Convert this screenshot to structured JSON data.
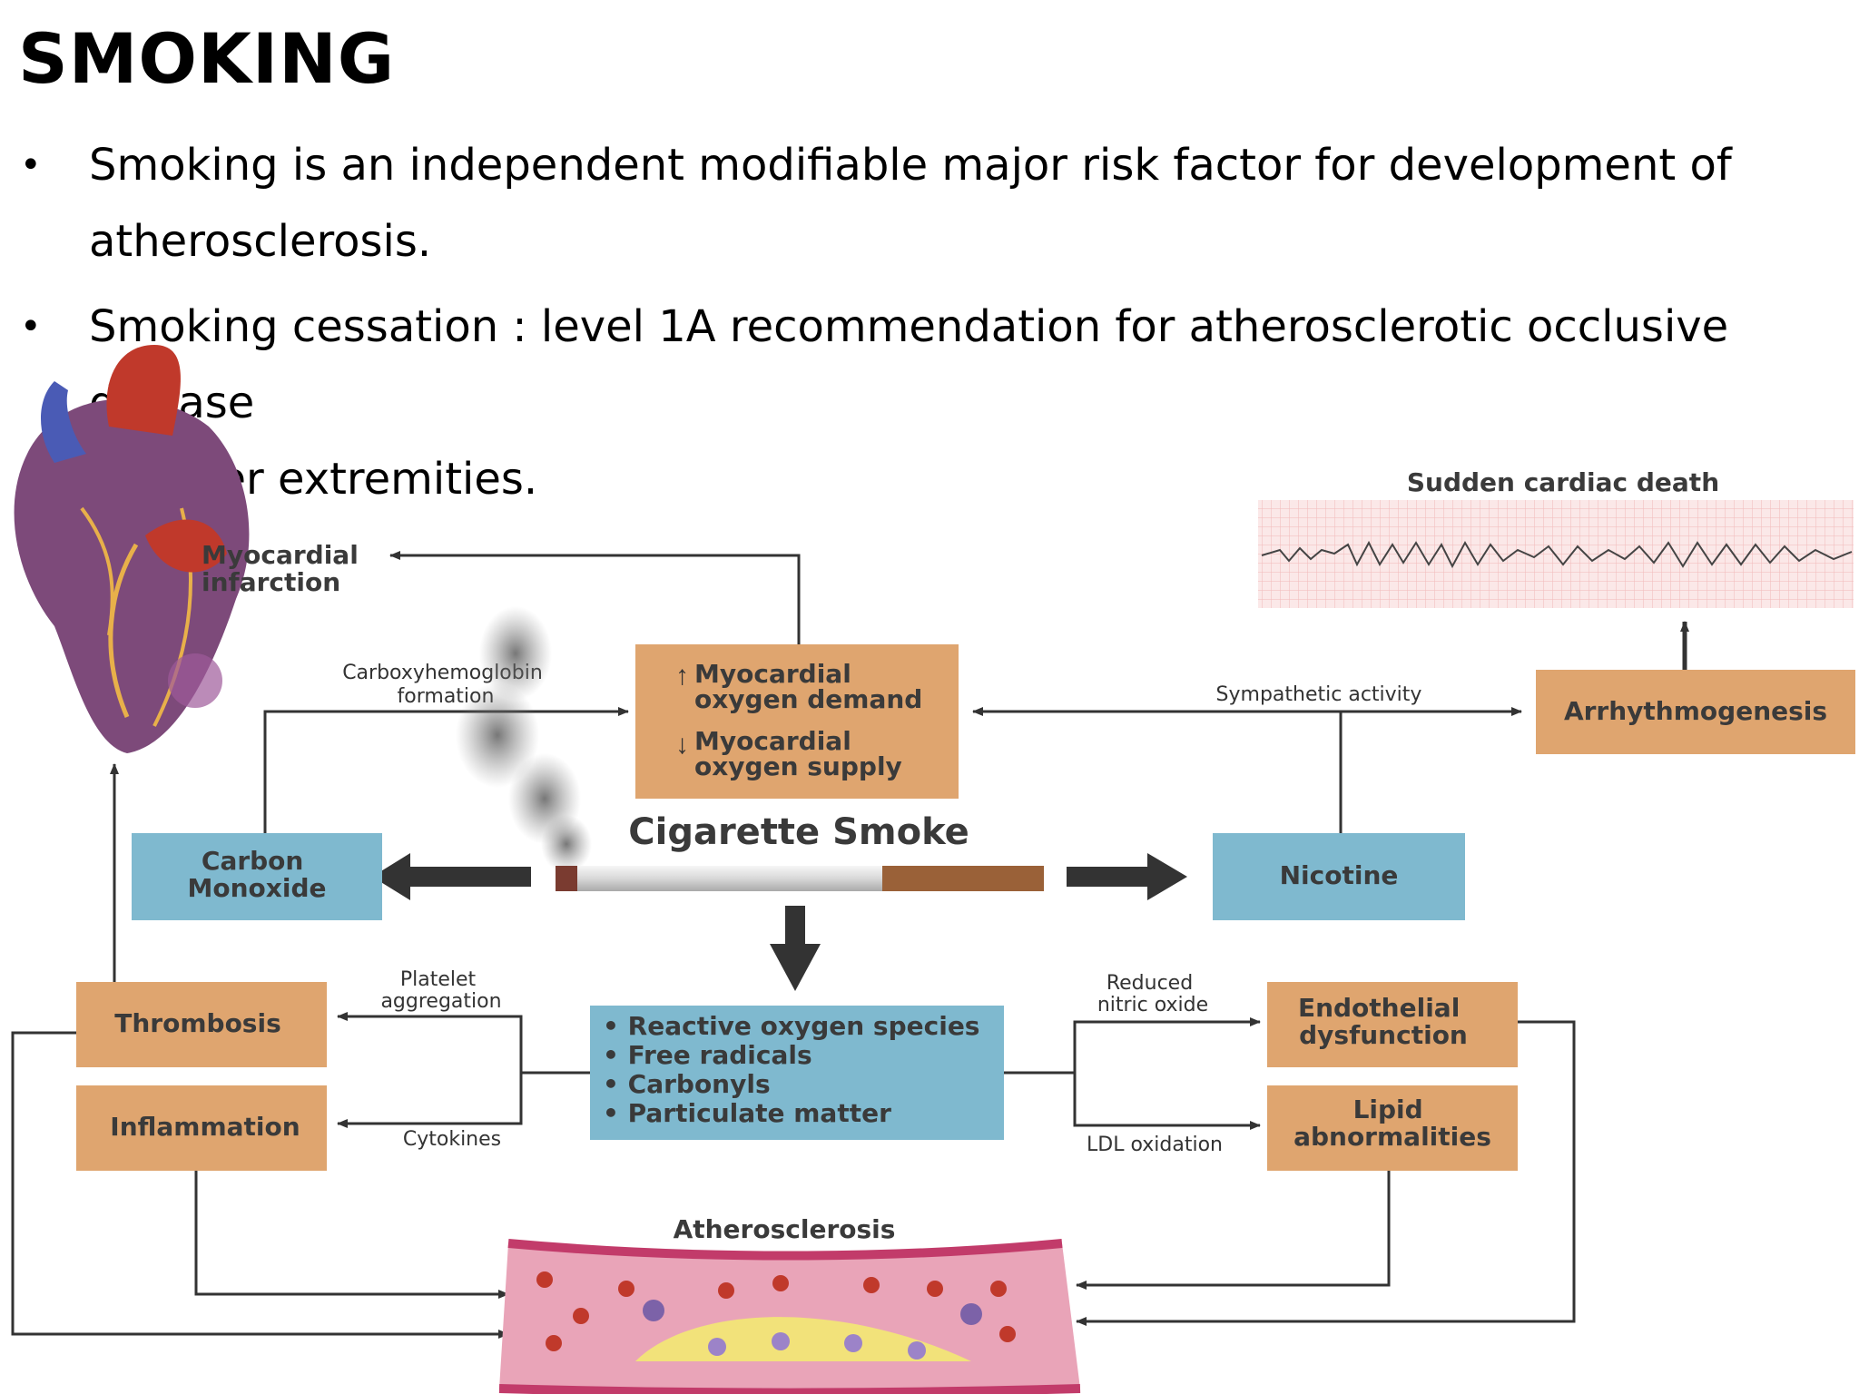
{
  "title": "SMOKING",
  "bullets": [
    {
      "lines": [
        "Smoking is an independent modifiable major  risk factor for development of",
        "atherosclerosis."
      ]
    },
    {
      "lines": [
        "Smoking cessation : level 1A recommendation for atherosclerotic occlusive disease",
        "of lower extremities."
      ]
    }
  ],
  "diagram": {
    "myocardial_infarction": [
      "Myocardial",
      "infarction"
    ],
    "sudden_cardiac_death": "Sudden cardiac death",
    "carboxyhemoglobin": [
      "Carboxyhemoglobin",
      "formation"
    ],
    "demand_lines": [
      "Myocardial",
      "oxygen demand"
    ],
    "supply_lines": [
      "Myocardial",
      "oxygen supply"
    ],
    "sympathetic_activity": "Sympathetic activity",
    "arrhythmogenesis": "Arrhythmogenesis",
    "cigarette_smoke": "Cigarette Smoke",
    "carbon_monoxide": [
      "Carbon",
      "Monoxide"
    ],
    "nicotine": "Nicotine",
    "platelet_aggregation": [
      "Platelet",
      "aggregation"
    ],
    "thrombosis": "Thrombosis",
    "inflammation": "Inflammation",
    "cytokines": "Cytokines",
    "ros_list": [
      "• Reactive oxygen species",
      "• Free radicals",
      "• Carbonyls",
      "• Particulate matter"
    ],
    "reduced_no": [
      "Reduced",
      "nitric oxide"
    ],
    "endothelial": [
      "Endothelial",
      "dysfunction"
    ],
    "ldl_oxidation": "LDL oxidation",
    "lipid": [
      "Lipid",
      "abnormalities"
    ],
    "atherosclerosis": "Atherosclerosis"
  },
  "colors": {
    "orange_box": "#dfa56f",
    "blue_box": "#7fb9cf",
    "arrow": "#333333",
    "heart_red": "#c0392b",
    "heart_purple": "#7d4a7a",
    "vessel_pink": "#e9a4b8"
  }
}
